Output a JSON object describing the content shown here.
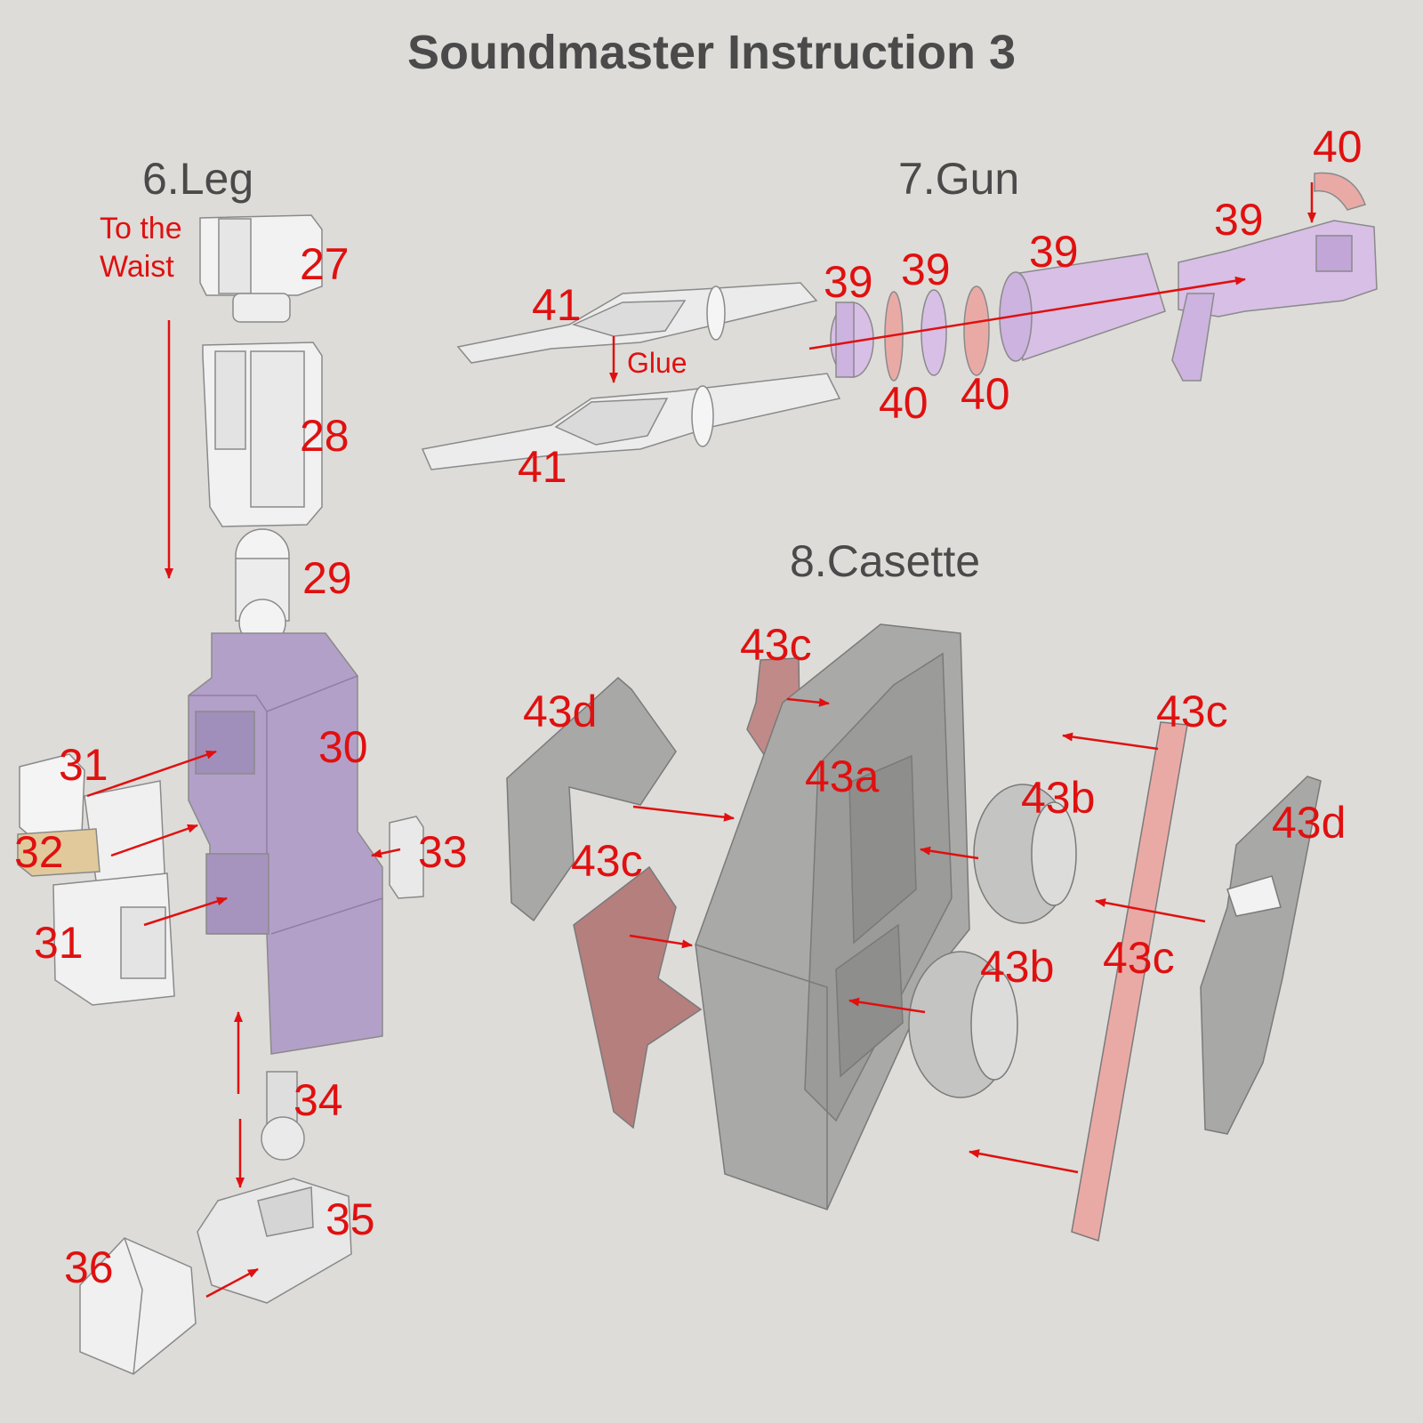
{
  "title": "Soundmaster Instruction 3",
  "sections": {
    "leg": "6.Leg",
    "gun": "7.Gun",
    "cassette": "8.Casette"
  },
  "notes": {
    "waist_line1": "To the",
    "waist_line2": "Waist",
    "glue": "Glue"
  },
  "parts": {
    "p27": "27",
    "p28": "28",
    "p29": "29",
    "p30": "30",
    "p31a": "31",
    "p31b": "31",
    "p32": "32",
    "p33": "33",
    "p34": "34",
    "p35": "35",
    "p36": "36",
    "p39a": "39",
    "p39b": "39",
    "p39c": "39",
    "p39d": "39",
    "p40a": "40",
    "p40b": "40",
    "p40c": "40",
    "p41a": "41",
    "p41b": "41",
    "p43a": "43a",
    "p43b1": "43b",
    "p43b2": "43b",
    "p43c1": "43c",
    "p43c2": "43c",
    "p43c3": "43c",
    "p43c4": "43c",
    "p43d1": "43d",
    "p43d2": "43d"
  },
  "colors": {
    "background": "#dddcd8",
    "label_red": "#e01010",
    "heading_gray": "#4a4a4a",
    "part_lavender": "#b3a0c8",
    "part_gun_lilac": "#d7bfe6",
    "part_pink": "#e9aaa6",
    "part_white": "#f2f2f2",
    "part_gray": "#a9a9a7",
    "part_tan": "#e1c99b"
  }
}
